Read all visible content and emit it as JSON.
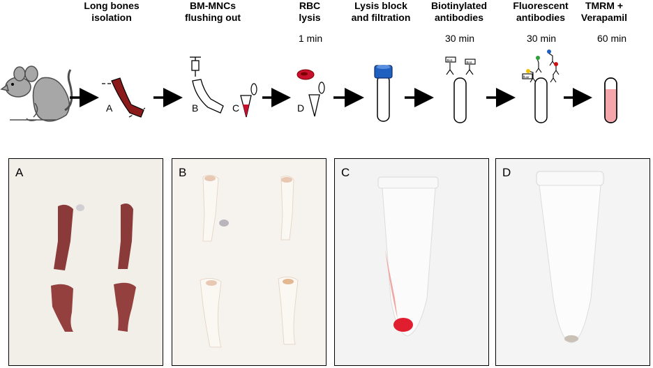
{
  "steps": [
    {
      "title": "Long bones\nisolation",
      "time": ""
    },
    {
      "title": "BM-MNCs\nflushing out",
      "time": ""
    },
    {
      "title": "RBC\nlysis",
      "time": "1 min"
    },
    {
      "title": "Lysis block\nand filtration",
      "time": ""
    },
    {
      "title": "Biotinylated\nantibodies",
      "time": "30 min"
    },
    {
      "title": "Fluorescent\nantibodies",
      "time": "30 min"
    },
    {
      "title": "TMRM +\nVerapamil",
      "time": "60 min"
    }
  ],
  "diagram_labels": {
    "a": "A",
    "b": "B",
    "c": "C",
    "d": "D"
  },
  "icon_labels": {
    "biotin": "Biot.",
    "fluorophore": "fluor"
  },
  "photos": [
    {
      "letter": "A"
    },
    {
      "letter": "B"
    },
    {
      "letter": "C"
    },
    {
      "letter": "D"
    }
  ],
  "colors": {
    "bone": "#8b1a1a",
    "blood": "#c8102e",
    "cap": "#1f5fbf",
    "tmrm": "#f4a6ab"
  }
}
